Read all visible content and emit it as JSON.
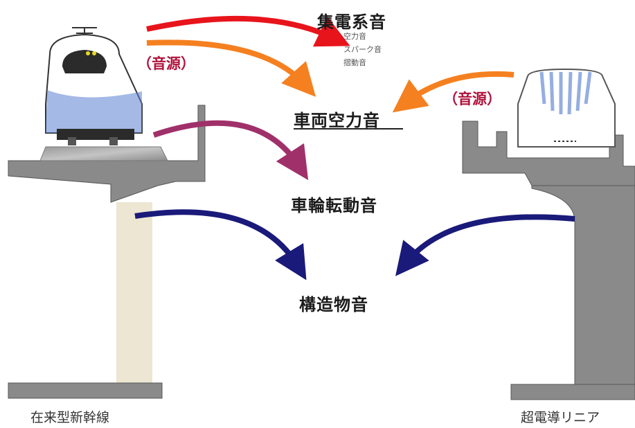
{
  "labels": {
    "pantograph_noise": "集電系音",
    "pantograph_sub": [
      "空力音",
      "スパーク音",
      "摺動音"
    ],
    "aero_noise": "車両空力音",
    "wheel_noise": "車輪転動音",
    "structure_noise": "構造物音",
    "source_left": "（音源）",
    "source_right": "（音源）",
    "caption_left": "在来型新幹線",
    "caption_right": "超電導リニア"
  },
  "colors": {
    "arrow_red": "#e8141c",
    "arrow_orange": "#f58020",
    "arrow_purple": "#a0306a",
    "arrow_navy": "#1a1a7a",
    "structure_gray": "#8a8a8a",
    "pier_beige": "#ece6d2"
  }
}
